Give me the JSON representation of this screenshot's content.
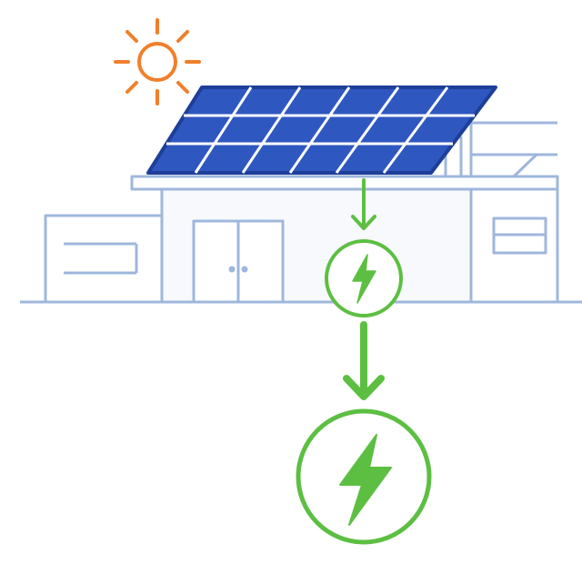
{
  "diagram": {
    "type": "solar-power-flow",
    "colors": {
      "background": "#ffffff",
      "sun": "#f07f2c",
      "panel_fill": "#2f57c0",
      "panel_frame": "#1e3f98",
      "panel_grid": "#ffffff",
      "building_line": "#9fb7dc",
      "building_fill": "#f7f9fc",
      "flow_green": "#5cbf42"
    },
    "icons": {
      "sun": "sun-icon",
      "panel": "solar-panel-icon",
      "building": "house-icon",
      "small_bolt": "lightning-bolt-icon",
      "large_bolt": "lightning-bolt-icon"
    },
    "flow": [
      "sun",
      "solar-panel",
      "electricity",
      "electricity-output"
    ]
  }
}
